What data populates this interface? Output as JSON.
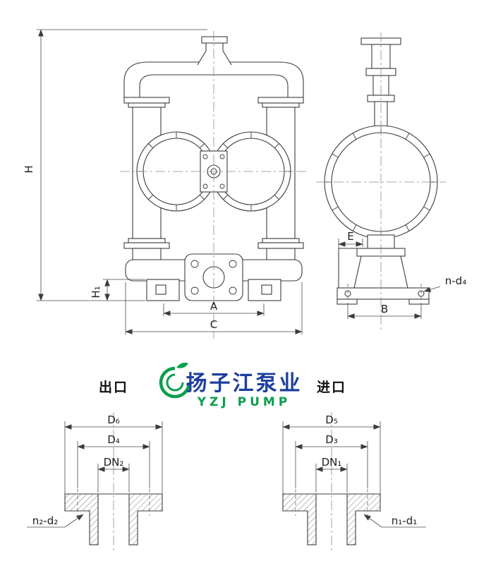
{
  "front_view": {
    "dim_h": "H",
    "dim_h1": "H₁",
    "dim_a": "A",
    "dim_c": "C"
  },
  "side_view": {
    "dim_e": "E",
    "dim_b": "B",
    "bolt_note": "n-d₄"
  },
  "logo": {
    "cn": "扬子江泵业",
    "en": "YZJ PUMP",
    "green": "#0a9f4d",
    "blue": "#1e3f9e"
  },
  "details": {
    "outlet": {
      "title": "出口",
      "d6": "D₆",
      "d4": "D₄",
      "dn": "DN₂",
      "bolt_note": "n₂-d₂"
    },
    "inlet": {
      "title": "进口",
      "d5": "D₅",
      "d3": "D₃",
      "dn": "DN₁",
      "bolt_note": "n₁-d₁"
    }
  },
  "colors": {
    "line": "#3c3c3c",
    "background": "#ffffff"
  }
}
